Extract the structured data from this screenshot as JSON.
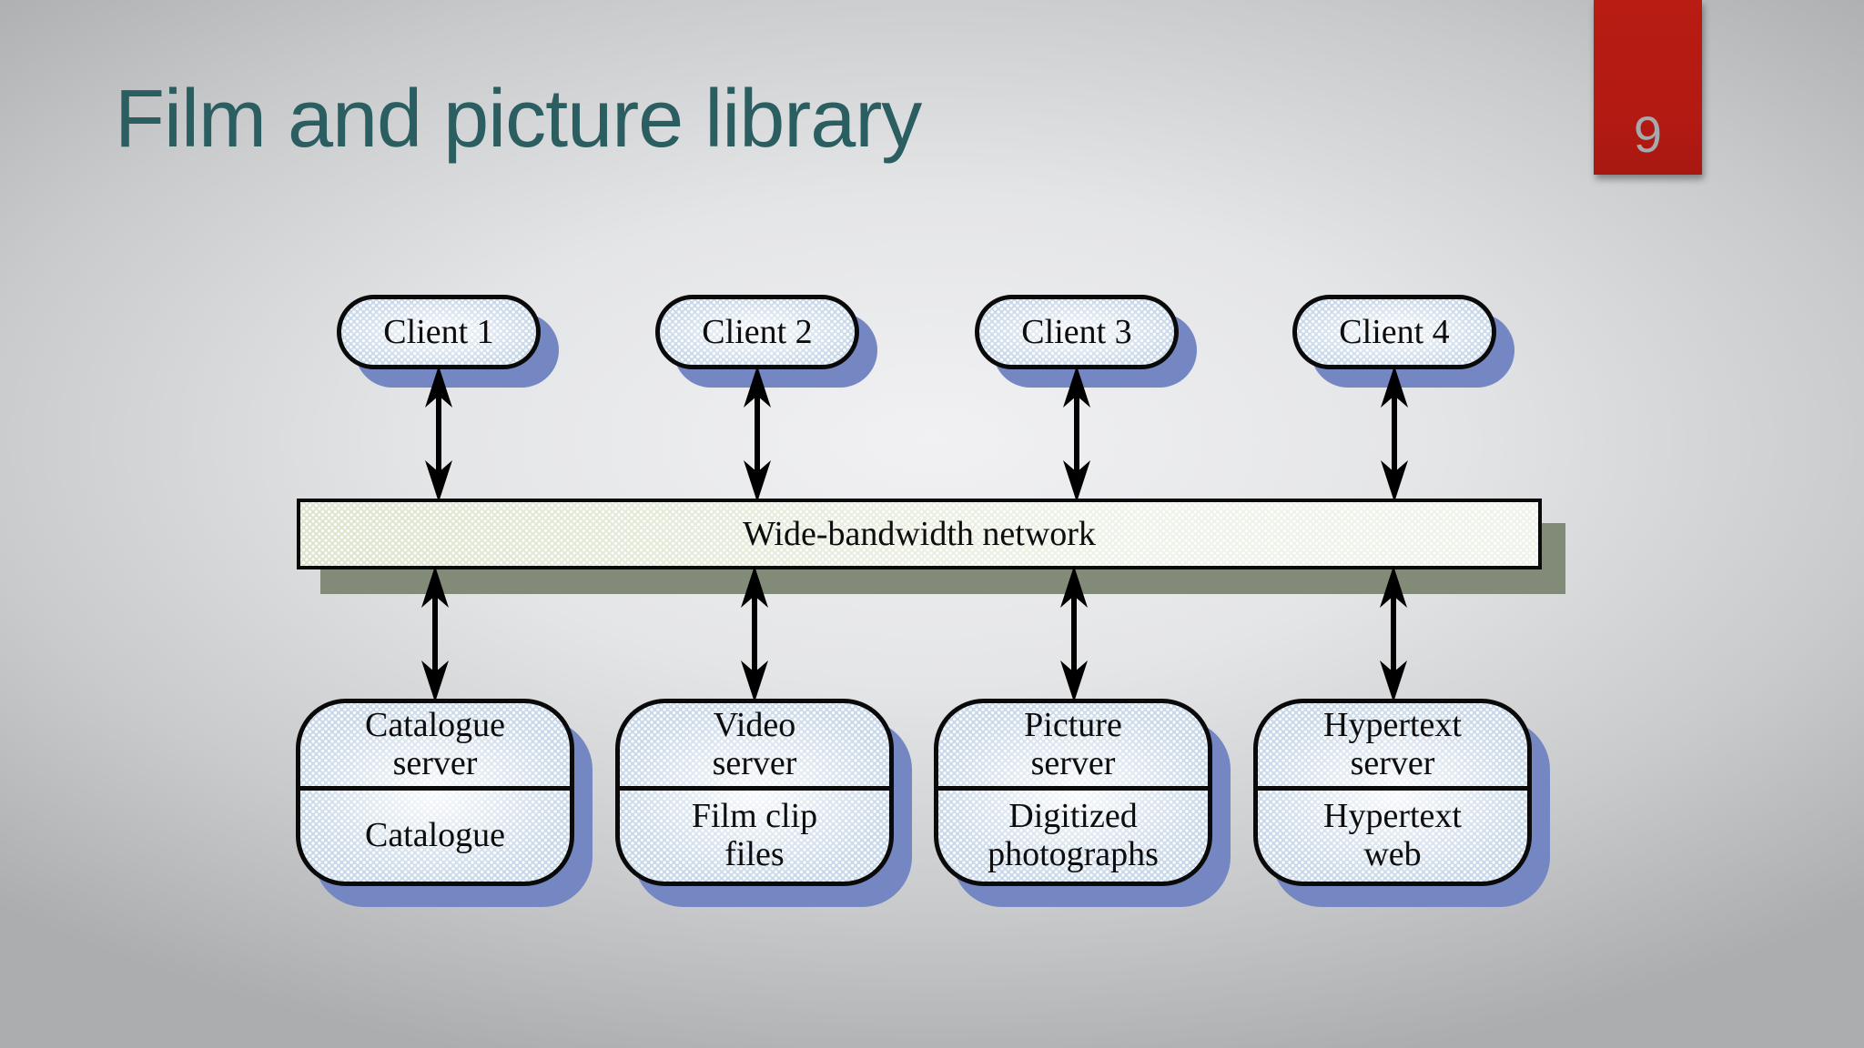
{
  "slide": {
    "title": "Film and picture library",
    "page_number": "9"
  },
  "diagram": {
    "clients": [
      {
        "label": "Client 1"
      },
      {
        "label": "Client 2"
      },
      {
        "label": "Client 3"
      },
      {
        "label": "Client 4"
      }
    ],
    "network": {
      "label": "Wide-bandwidth network"
    },
    "servers": [
      {
        "top": "Catalogue\nserver",
        "bottom": "Catalogue"
      },
      {
        "top": "Video\nserver",
        "bottom": "Film clip\nfiles"
      },
      {
        "top": "Picture\nserver",
        "bottom": "Digitized\nphotographs"
      },
      {
        "top": "Hypertext\nserver",
        "bottom": "Hypertext\nweb"
      }
    ],
    "colors": {
      "title_teal": "#2a5e60",
      "badge_red": "#b21a12",
      "badge_number_gray": "#a7aaac",
      "node_fill_blue": "#c9d8e8",
      "node_shadow_blue": "#7587c3",
      "network_fill_green": "#dde5cf",
      "network_shadow_olive": "#828a78",
      "outline_black": "#0a0a0a"
    }
  }
}
